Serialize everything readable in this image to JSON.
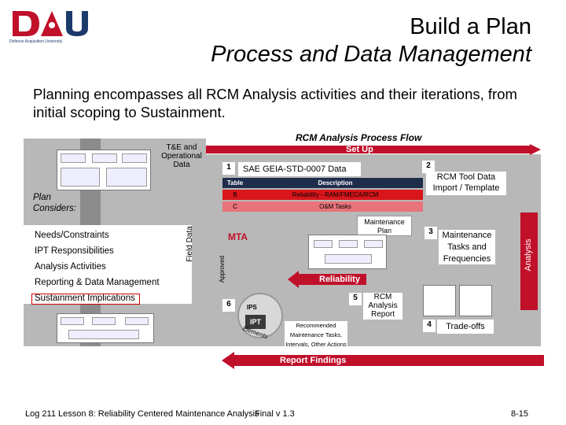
{
  "header": {
    "logo_text": "DAU",
    "logo_subtitle": "Defense Acquisition University",
    "title_line1": "Build a Plan",
    "title_line2": "Process and Data Management"
  },
  "intro": "Planning encompasses all RCM Analysis activities and their iterations, from initial scoping to Sustainment.",
  "flow": {
    "title": "RCM Analysis Process Flow",
    "set_up": "Set Up",
    "report_findings": "Report Findings",
    "te_ops_data": "T&E and Operational Data",
    "field_data": "Field Data",
    "approved": "Approved",
    "analysis": "Analysis",
    "plan_considers": "Plan Considers:",
    "considers": [
      "Needs/Constraints",
      "IPT Responsibilities",
      "Analysis Activities",
      "Reporting & Data Management",
      "Sustainment Implications"
    ],
    "step1_num": "1",
    "step1_label": "SAE GEIA-STD-0007 Data",
    "table": {
      "headers": [
        "Table",
        "Description"
      ],
      "rows": [
        [
          "B",
          "Reliability - RAM/FMECA/RCM"
        ],
        [
          "C",
          "O&M Tasks"
        ]
      ]
    },
    "step2_num": "2",
    "step2_label": "RCM Tool Data Import / Template",
    "maintenance_plan": "Maintenance Plan",
    "step3_num": "3",
    "step3_label": "Maintenance Tasks and Frequencies",
    "mta": "MTA",
    "reliability": "Reliability",
    "step5_num": "5",
    "step5_label": "RCM Analysis Report",
    "step6_num": "6",
    "ips": "IPS",
    "ipt": "IPT",
    "elements": "Elements",
    "recommended": "Recommended Maintenance Tasks, Intervals, Other Actions",
    "step4_num": "4",
    "step4_label": "Trade-offs"
  },
  "footer": {
    "course": "Log 211 Lesson 8: Reliability Centered Maintenance Analysis",
    "version": "Final v 1.3",
    "page": "8-15"
  },
  "colors": {
    "arrow_red": "#c0102a",
    "panel_grey": "#b8b8b8",
    "table_header": "#1f2d4d",
    "row_red": "#d8161b"
  }
}
